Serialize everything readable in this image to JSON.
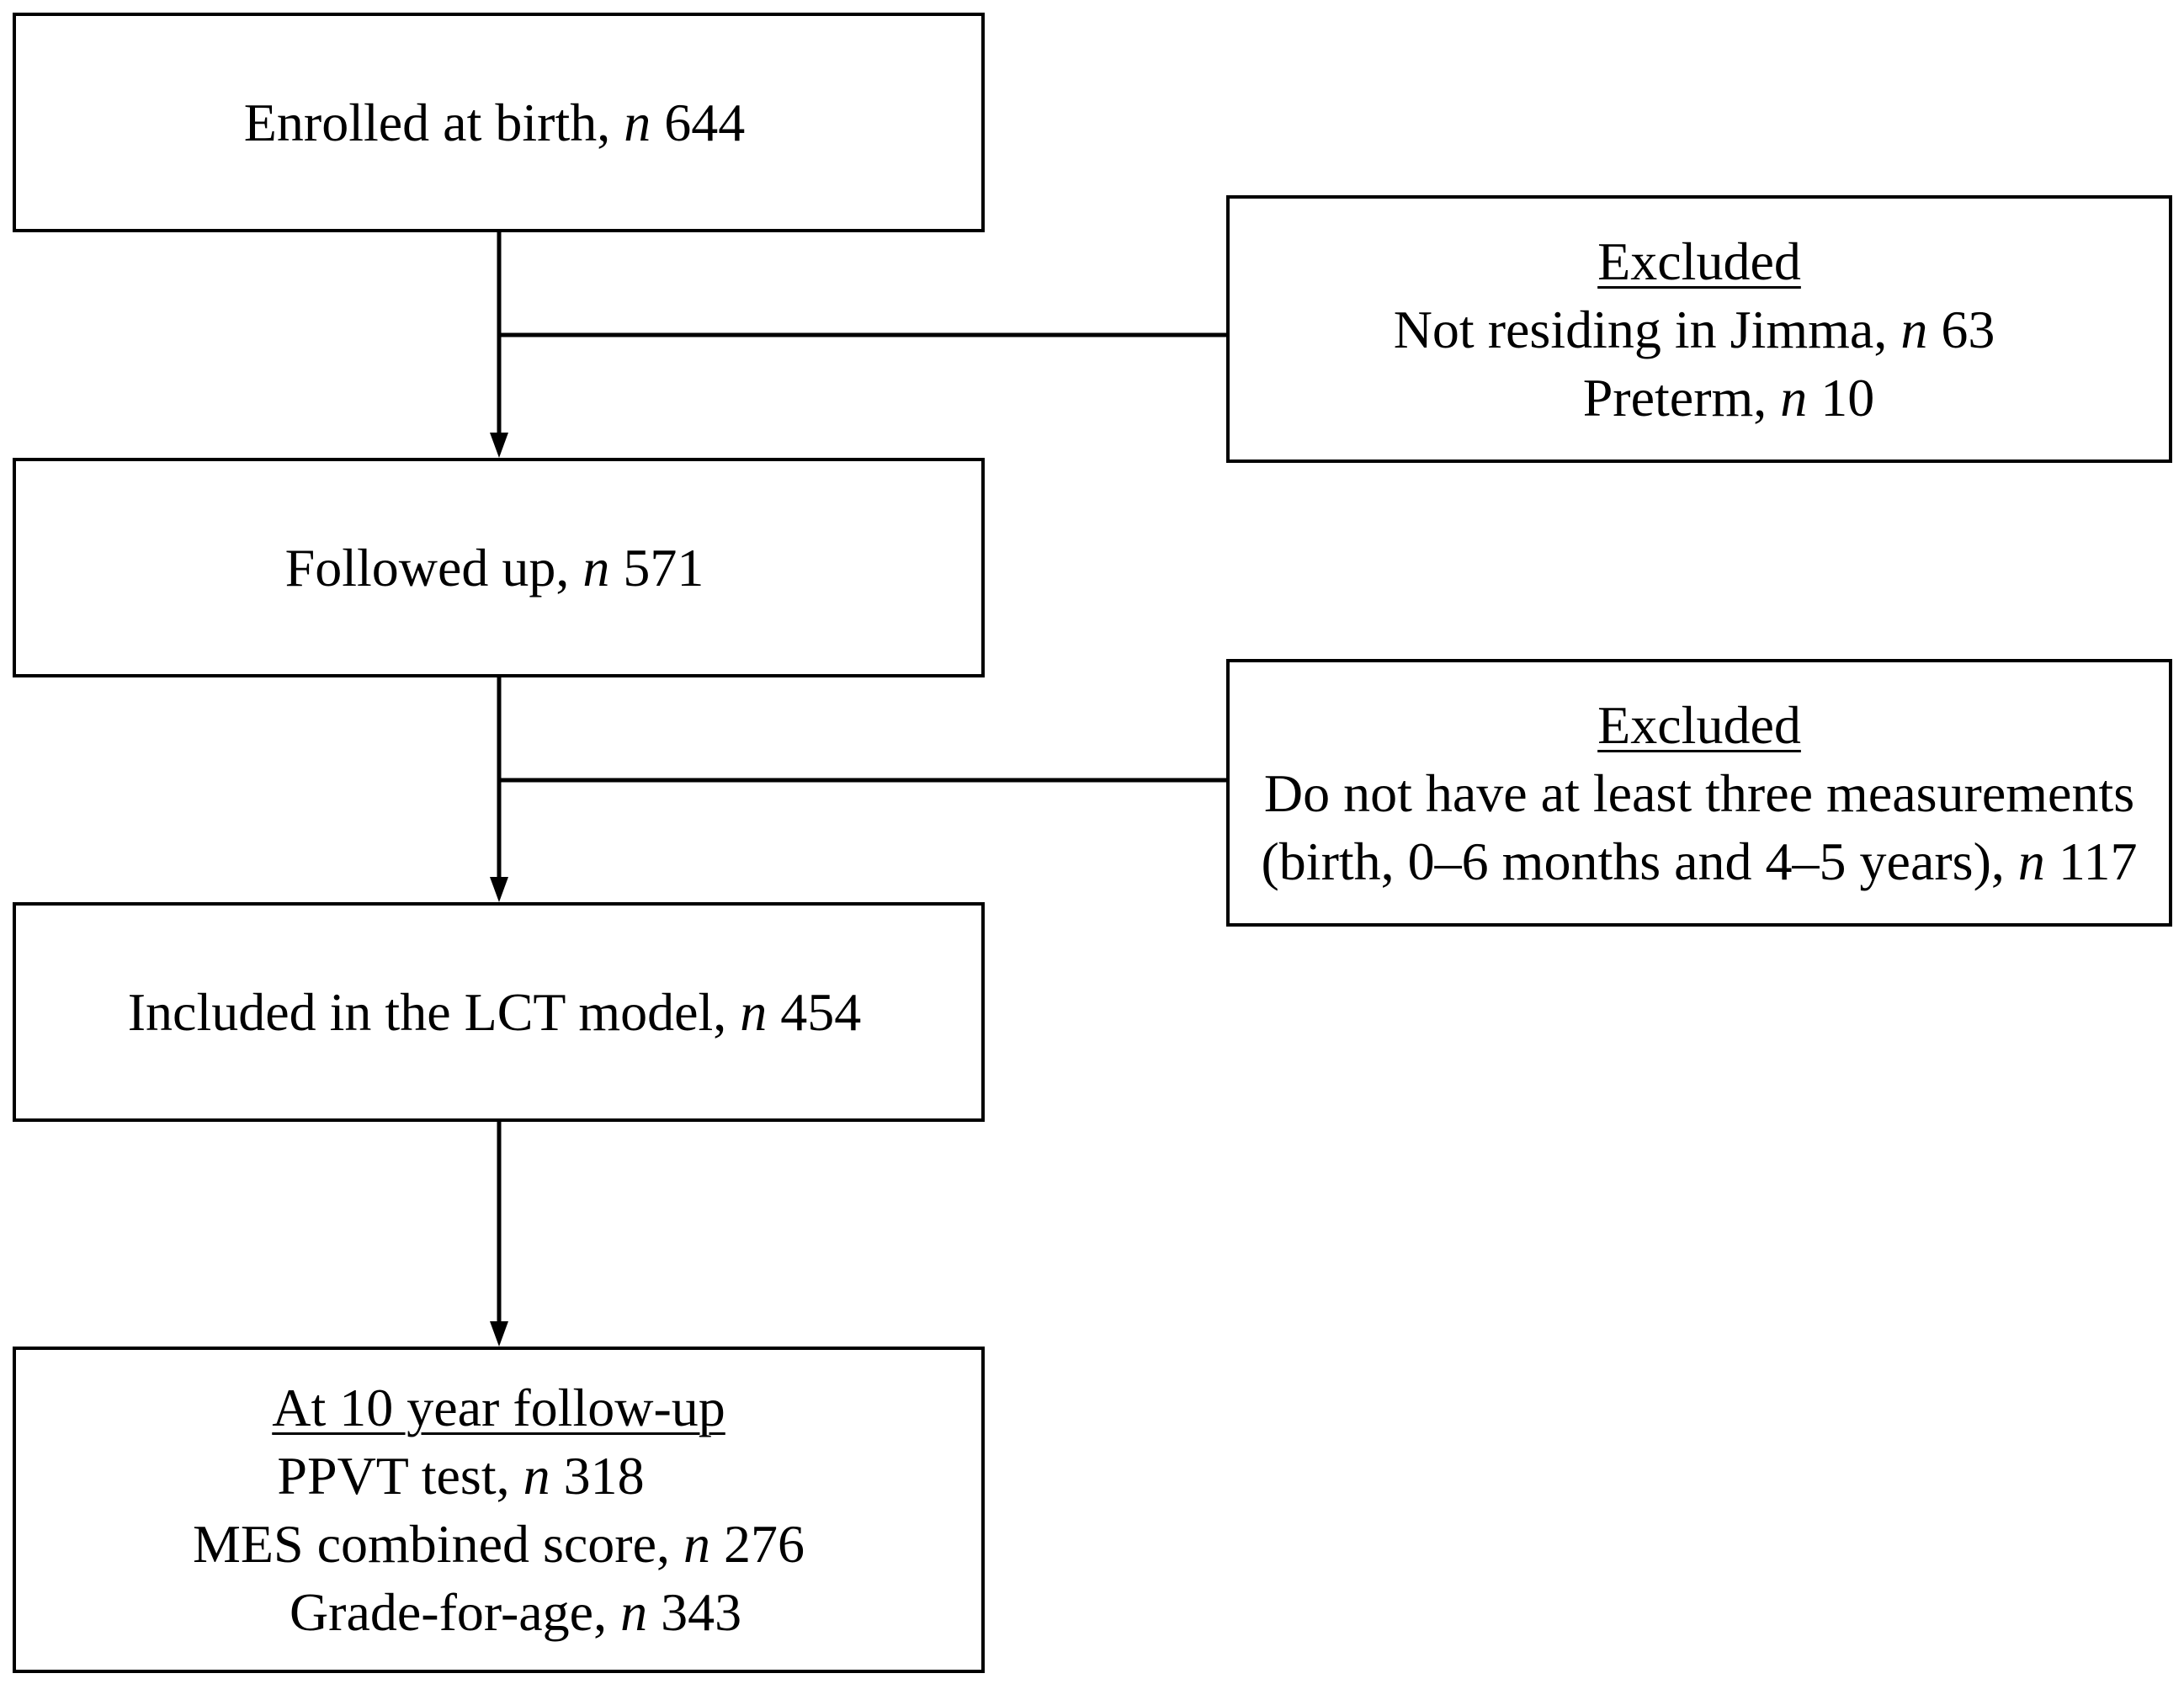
{
  "flow": {
    "enrolled": {
      "label": "Enrolled at birth, ",
      "n_symbol": "n",
      "count": " 644"
    },
    "excluded_1": {
      "heading": "Excluded",
      "items": [
        {
          "label": "Not residing in Jimma, ",
          "n_symbol": "n",
          "count": " 63"
        },
        {
          "label": "Preterm, ",
          "n_symbol": "n",
          "count": " 10"
        }
      ]
    },
    "followed": {
      "label": "Followed up, ",
      "n_symbol": "n",
      "count": " 571"
    },
    "excluded_2": {
      "heading": "Excluded",
      "line1": "Do not have at least three measurements",
      "line2": "(birth, 0–6 months and 4–5 years), ",
      "n_symbol": "n",
      "count": " 117"
    },
    "included": {
      "label": "Included in the LCT model, ",
      "n_symbol": "n",
      "count": " 454"
    },
    "followup": {
      "heading": "At 10 year follow-up",
      "items": [
        {
          "label": "PPVT test, ",
          "n_symbol": "n",
          "count": " 318"
        },
        {
          "label": "MES combined score, ",
          "n_symbol": "n",
          "count": " 276"
        },
        {
          "label": "Grade-for-age, ",
          "n_symbol": "n",
          "count": " 343"
        }
      ]
    }
  },
  "colors": {
    "stroke": "#000000",
    "background": "#ffffff"
  }
}
